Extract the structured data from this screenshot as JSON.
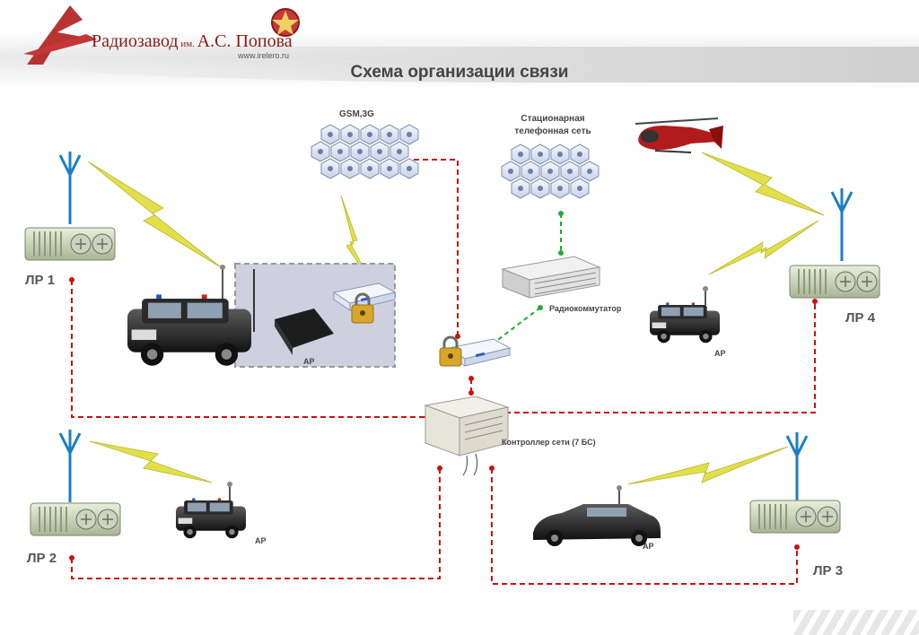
{
  "header": {
    "brand_main": "Радиозавод",
    "brand_small": " им. ",
    "brand_name": "А.С. Попова",
    "url": "www.irelero.ru",
    "title": "Схема организации связи"
  },
  "nodes": {
    "gsm": "GSM,3G",
    "phone_line1": "Стационарная",
    "phone_line2": "телефонная сеть",
    "switch": "Радиокоммутатор",
    "controller": "Контроллер сети (7 БС)",
    "lr1": "ЛР 1",
    "lr2": "ЛР 2",
    "lr3": "ЛР 3",
    "lr4": "ЛР 4",
    "ap": "АР"
  },
  "colors": {
    "wired_link": "#cc1111",
    "lan_link": "#2aa836",
    "radio_link": "#e2e04a",
    "brand": "#8a1a1a"
  }
}
